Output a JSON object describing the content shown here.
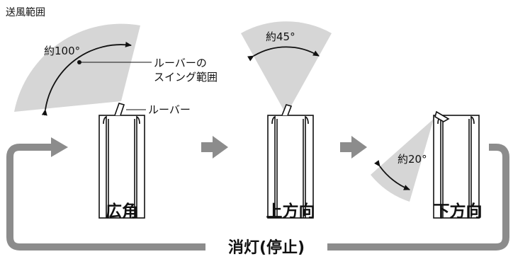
{
  "title": "送風範囲",
  "modes": {
    "wide": {
      "label": "広角",
      "angle": "約100°"
    },
    "up": {
      "label": "上方向",
      "angle": "約45°"
    },
    "down": {
      "label": "下方向",
      "angle": "約20°"
    }
  },
  "callouts": {
    "swing_line1": "ルーバーの",
    "swing_line2": "スイング範囲",
    "louver": "ルーバー"
  },
  "footer": "消灯(停止)",
  "colors": {
    "fan_fill": "#d6d6d6",
    "arrow_gray": "#8c8c8c",
    "outline": "#111111"
  }
}
